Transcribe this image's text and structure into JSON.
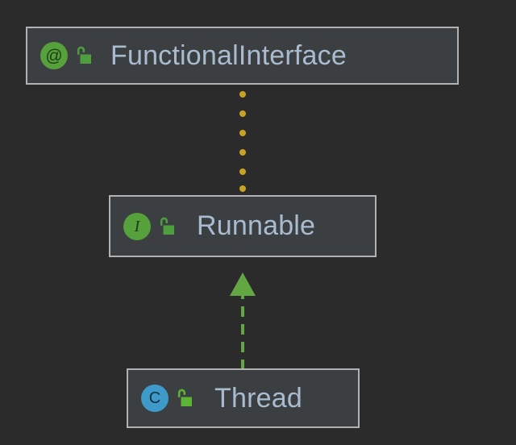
{
  "diagram": {
    "type": "uml-class-diagram",
    "background_color": "#2b2b2b",
    "node_fill_color": "#3c3f41",
    "node_border_color": "#b2b2b2",
    "label_color": "#a9bccf",
    "nodes": [
      {
        "id": "functionalinterface",
        "label": "FunctionalInterface",
        "stereotype": "annotation",
        "badge_glyph": "@",
        "badge_color": "#56a13c",
        "visibility": "public",
        "visibility_icon": "open-padlock-icon",
        "visibility_icon_color": "#4e9e3e"
      },
      {
        "id": "runnable",
        "label": "Runnable",
        "stereotype": "interface",
        "badge_glyph": "I",
        "badge_color": "#56a13c",
        "visibility": "public",
        "visibility_icon": "open-padlock-icon",
        "visibility_icon_color": "#4e9e3e"
      },
      {
        "id": "thread",
        "label": "Thread",
        "stereotype": "class",
        "badge_glyph": "C",
        "badge_color": "#3d9ac9",
        "visibility": "public",
        "visibility_icon": "open-padlock-icon",
        "visibility_icon_color": "#5cb336"
      }
    ],
    "edges": [
      {
        "id": "annotation-edge",
        "from": "functionalinterface",
        "to": "runnable",
        "relation": "annotated-by",
        "style": "dotted",
        "color": "#c8a426",
        "dot_count": 6,
        "arrowhead": "none"
      },
      {
        "id": "realization-edge",
        "from": "thread",
        "to": "runnable",
        "relation": "implements",
        "style": "dashed",
        "color": "#62a744",
        "arrowhead": "hollow-triangle-filled",
        "arrow_direction": "up"
      }
    ]
  }
}
